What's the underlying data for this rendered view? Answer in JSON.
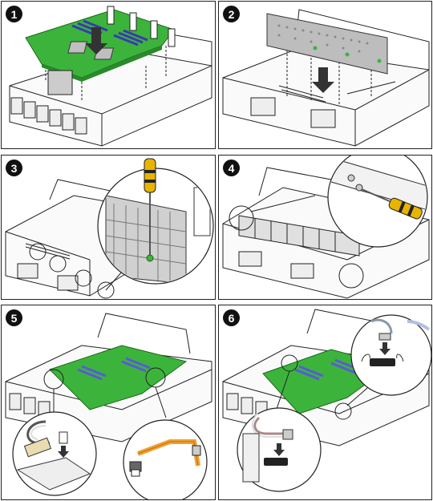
{
  "steps": [
    {
      "number": "1"
    },
    {
      "number": "2"
    },
    {
      "number": "3"
    },
    {
      "number": "4"
    },
    {
      "number": "5"
    },
    {
      "number": "6"
    }
  ],
  "colors": {
    "board": "#3cb43c",
    "board_dark": "#2a8a2a",
    "slot": "#5a5ad8",
    "screwdriver_handle": "#e8b400",
    "cable_orange": "#f0a030",
    "outline": "#222222"
  }
}
